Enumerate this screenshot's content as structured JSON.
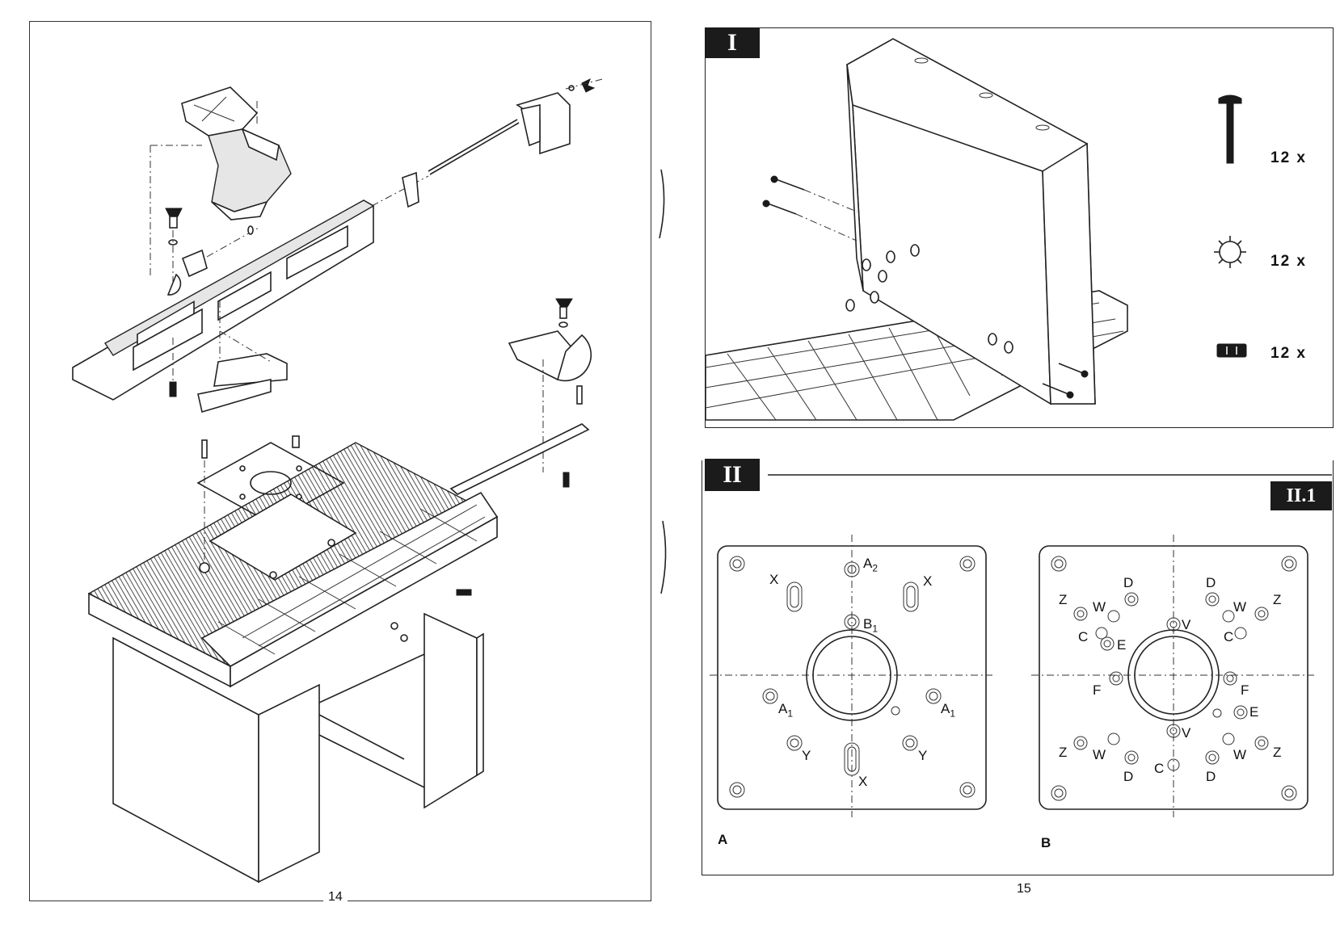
{
  "left_page": {
    "page_number": "14"
  },
  "right_page": {
    "page_number": "15"
  },
  "section_i": {
    "tag": "I",
    "hardware": [
      {
        "icon": "screw-icon",
        "quantity": "12 x"
      },
      {
        "icon": "lock-washer-icon",
        "quantity": "12 x"
      },
      {
        "icon": "nut-icon",
        "quantity": "12 x"
      }
    ]
  },
  "section_ii": {
    "tag": "II",
    "sub_tag": "II.1",
    "plate_a": {
      "label": "A",
      "holes": [
        "A2",
        "B1",
        "X",
        "X",
        "X",
        "A1",
        "A1",
        "Y",
        "Y"
      ]
    },
    "plate_b": {
      "label": "B",
      "holes": [
        "D",
        "D",
        "Z",
        "W",
        "W",
        "Z",
        "V",
        "C",
        "E",
        "C",
        "F",
        "F",
        "E",
        "V",
        "Z",
        "W",
        "W",
        "Z",
        "D",
        "C",
        "D"
      ]
    }
  }
}
